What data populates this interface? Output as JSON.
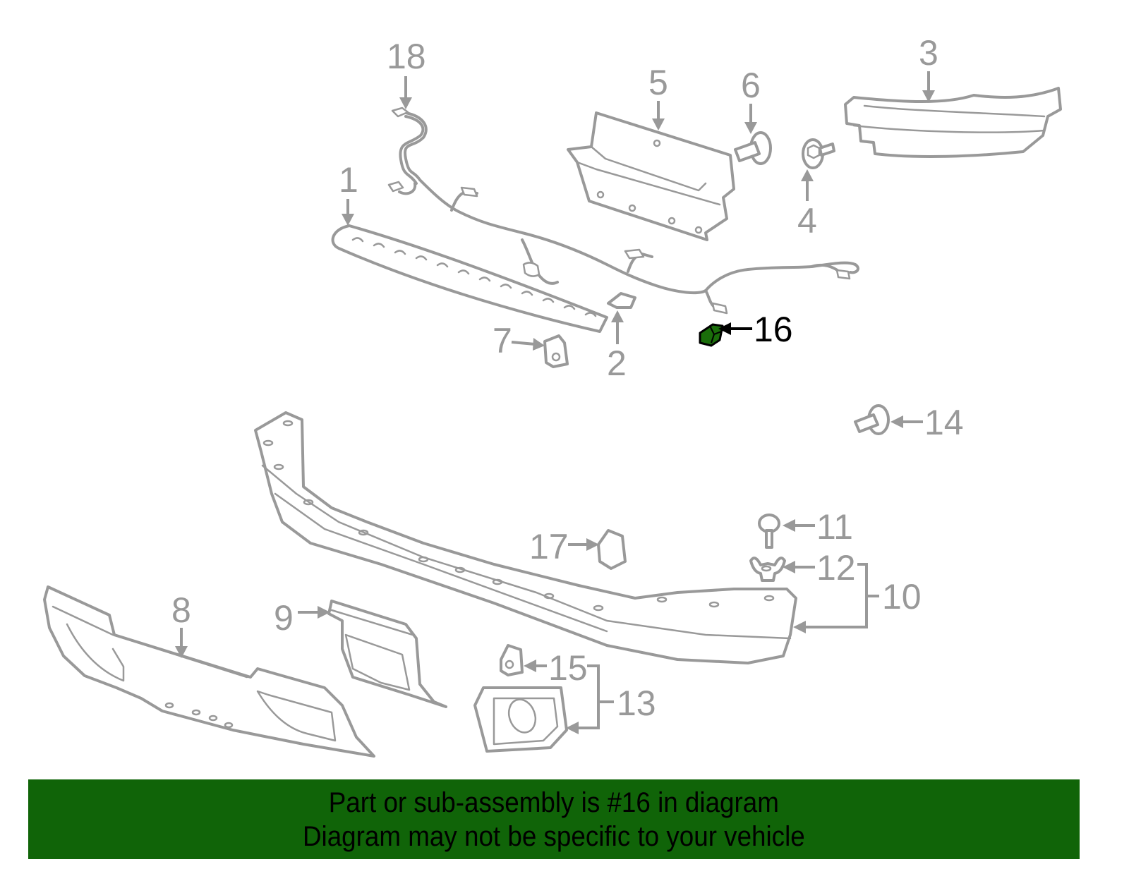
{
  "diagram": {
    "title": "Front bumper parts diagram",
    "highlighted_part": "16",
    "colors": {
      "line": "#999999",
      "highlight_fill": "#1a6e0a",
      "highlight_label": "#000000",
      "banner_bg": "#106408",
      "banner_text": "#000000"
    },
    "callouts": [
      {
        "id": "1",
        "label": "1"
      },
      {
        "id": "2",
        "label": "2"
      },
      {
        "id": "3",
        "label": "3"
      },
      {
        "id": "4",
        "label": "4"
      },
      {
        "id": "5",
        "label": "5"
      },
      {
        "id": "6",
        "label": "6"
      },
      {
        "id": "7",
        "label": "7"
      },
      {
        "id": "8",
        "label": "8"
      },
      {
        "id": "9",
        "label": "9"
      },
      {
        "id": "10",
        "label": "10"
      },
      {
        "id": "11",
        "label": "11"
      },
      {
        "id": "12",
        "label": "12"
      },
      {
        "id": "13",
        "label": "13"
      },
      {
        "id": "14",
        "label": "14"
      },
      {
        "id": "15",
        "label": "15"
      },
      {
        "id": "16",
        "label": "16"
      },
      {
        "id": "17",
        "label": "17"
      },
      {
        "id": "18",
        "label": "18"
      }
    ]
  },
  "banner": {
    "line1": "Part or sub-assembly is #16 in diagram",
    "line2": "Diagram may not be specific to your vehicle"
  }
}
